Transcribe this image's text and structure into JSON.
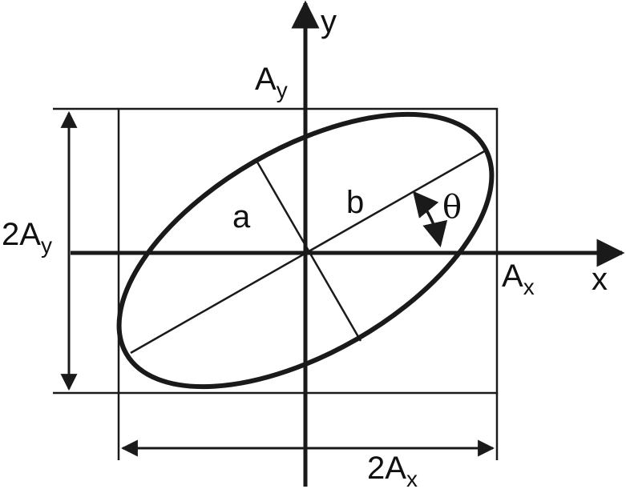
{
  "diagram": {
    "labels": {
      "y_axis": "y",
      "x_axis": "x",
      "ay_main": "A",
      "ay_sub": "y",
      "ax_main": "A",
      "ax_sub": "x",
      "two_ay_main": "2A",
      "two_ay_sub": "y",
      "two_ax_main": "2A",
      "two_ax_sub": "x",
      "a": "a",
      "b": "b",
      "theta": "θ"
    },
    "colors": {
      "stroke": "#1a1a1a",
      "background": "#ffffff"
    }
  }
}
